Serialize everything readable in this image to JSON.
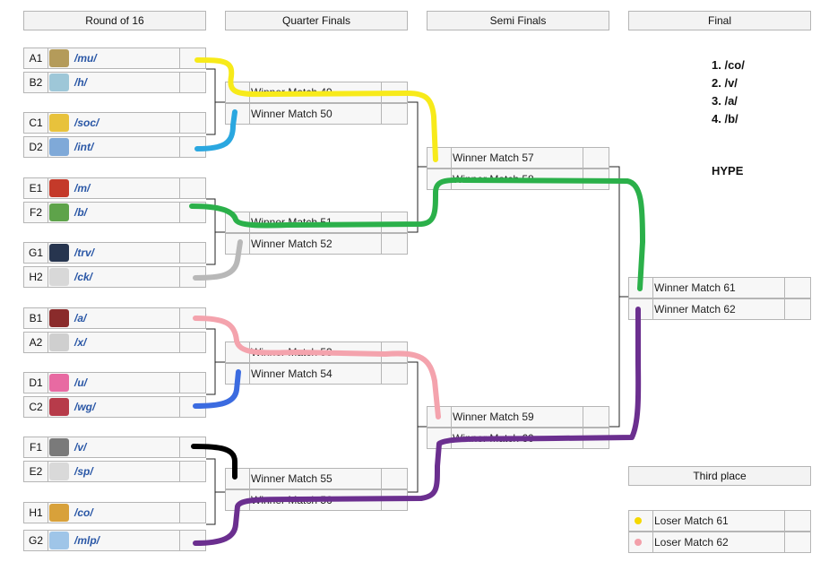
{
  "headers": {
    "round16": "Round of 16",
    "quarters": "Quarter Finals",
    "semis": "Semi Finals",
    "final": "Final",
    "third": "Third place"
  },
  "round16": [
    {
      "seed": "A1",
      "team": "/mu/",
      "logo_color": "#b49b5a"
    },
    {
      "seed": "B2",
      "team": "/h/",
      "logo_color": "#9ec7d8"
    },
    {
      "seed": "C1",
      "team": "/soc/",
      "logo_color": "#e8c23c"
    },
    {
      "seed": "D2",
      "team": "/int/",
      "logo_color": "#7fa9d8"
    },
    {
      "seed": "E1",
      "team": "/m/",
      "logo_color": "#c43a2a"
    },
    {
      "seed": "F2",
      "team": "/b/",
      "logo_color": "#5ea34a"
    },
    {
      "seed": "G1",
      "team": "/trv/",
      "logo_color": "#27354f"
    },
    {
      "seed": "H2",
      "team": "/ck/",
      "logo_color": "#d8d8d8"
    },
    {
      "seed": "B1",
      "team": "/a/",
      "logo_color": "#8a2b2b"
    },
    {
      "seed": "A2",
      "team": "/x/",
      "logo_color": "#cfcfcf"
    },
    {
      "seed": "D1",
      "team": "/u/",
      "logo_color": "#e86aa2"
    },
    {
      "seed": "C2",
      "team": "/wg/",
      "logo_color": "#b73b4a"
    },
    {
      "seed": "F1",
      "team": "/v/",
      "logo_color": "#7a7a7a"
    },
    {
      "seed": "E2",
      "team": "/sp/",
      "logo_color": "#d9d9d9"
    },
    {
      "seed": "H1",
      "team": "/co/",
      "logo_color": "#d8a13a"
    },
    {
      "seed": "G2",
      "team": "/mlp/",
      "logo_color": "#9fc5e8"
    }
  ],
  "quarters": [
    "Winner Match 49",
    "Winner Match 50",
    "Winner Match 51",
    "Winner Match 52",
    "Winner Match 53",
    "Winner Match 54",
    "Winner Match 55",
    "Winner Match 56"
  ],
  "semis": [
    "Winner Match 57",
    "Winner Match 58",
    "Winner Match 59",
    "Winner Match 60"
  ],
  "final": [
    "Winner Match 61",
    "Winner Match 62"
  ],
  "third_place": [
    {
      "label": "Loser Match 61",
      "dot_color": "#f5d800"
    },
    {
      "label": "Loser Match 62",
      "dot_color": "#f3a0aa"
    }
  ],
  "predictions": [
    "1. /co/",
    "2. /v/",
    "3. /a/",
    "4. /b/"
  ],
  "hype": "HYPE",
  "paint_colors": {
    "yellow": "#f7ea1a",
    "cyan": "#2aa7e0",
    "green": "#2bb04a",
    "grey": "#b8b8b8",
    "pink": "#f4a3ad",
    "blue": "#3b6be0",
    "black": "#000000",
    "purple": "#6b2f8f"
  }
}
